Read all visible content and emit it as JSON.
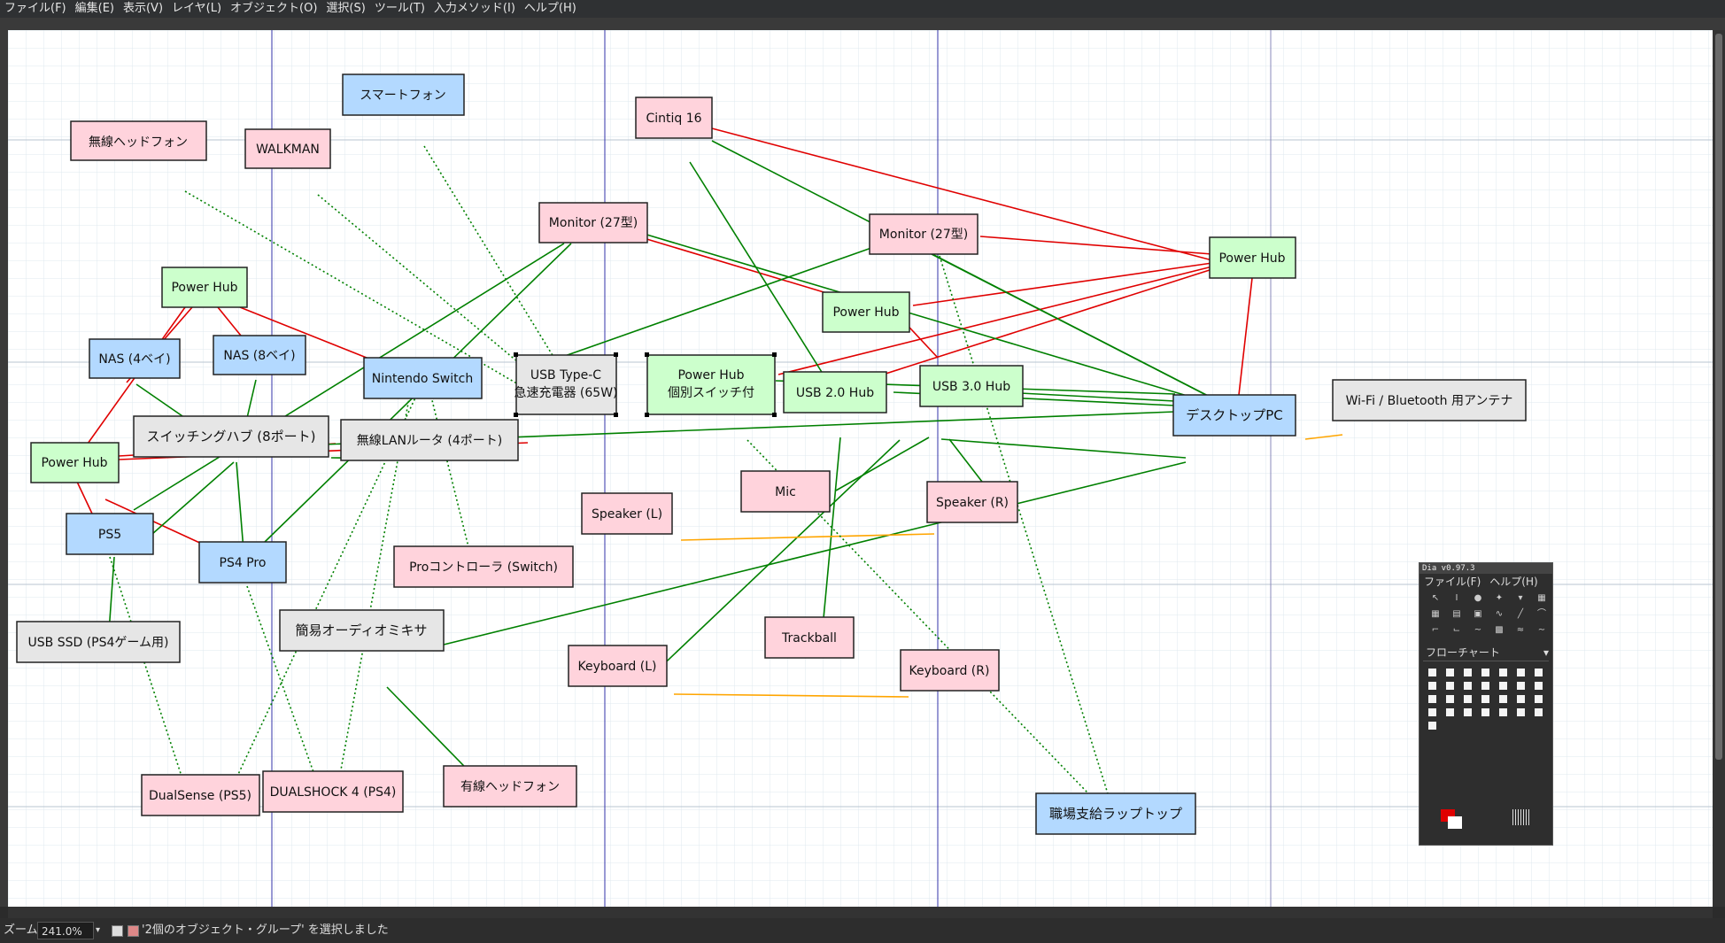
{
  "menu": [
    "ファイル(F)",
    "編集(E)",
    "表示(V)",
    "レイヤ(L)",
    "オブジェクト(O)",
    "選択(S)",
    "ツール(T)",
    "入力メソッド(I)",
    "ヘルプ(H)"
  ],
  "colors": {
    "pink": "#ffd3dc",
    "green": "#ccffcc",
    "blue": "#b3d9ff",
    "gray": "#e6e6e6",
    "red": "#e00000",
    "darkgreen": "#008000",
    "orange": "#ffa500",
    "guide": "#3333aa"
  },
  "nodes": {
    "wireless_headphones": "無線ヘッドフォン",
    "walkman": "WALKMAN",
    "smartphone": "スマートフォン",
    "cintiq": "Cintiq 16",
    "monitor_a": "Monitor (27型)",
    "monitor_b": "Monitor (27型)",
    "power_hub_right": "Power Hub",
    "power_hub_mid": "Power Hub",
    "power_hub_left_top": "Power Hub",
    "power_hub_left": "Power Hub",
    "nas4": "NAS (4ベイ)",
    "nas8": "NAS (8ベイ)",
    "nintendo_switch": "Nintendo Switch",
    "usb_charger_l1": "USB Type-C",
    "usb_charger_l2": "急速充電器 (65W)",
    "power_hub_sw_l1": "Power Hub",
    "power_hub_sw_l2": "個別スイッチ付",
    "usb2_hub": "USB 2.0 Hub",
    "usb3_hub": "USB 3.0 Hub",
    "desktop_pc": "デスクトップPC",
    "antenna": "Wi-Fi / Bluetooth 用アンテナ",
    "switching_hub": "スイッチングハブ (8ポート)",
    "wireless_router": "無線LANルータ (4ポート)",
    "ps5": "PS5",
    "ps4pro": "PS4 Pro",
    "mic": "Mic",
    "speaker_l": "Speaker (L)",
    "speaker_r": "Speaker (R)",
    "pro_controller": "Proコントローラ (Switch)",
    "usb_ssd": "USB SSD (PS4ゲーム用)",
    "mixer": "簡易オーディオミキサ",
    "trackball": "Trackball",
    "keyboard_l": "Keyboard (L)",
    "keyboard_r": "Keyboard (R)",
    "dualsense": "DualSense (PS5)",
    "dualshock": "DUALSHOCK 4 (PS4)",
    "wired_headphones": "有線ヘッドフォン",
    "work_laptop": "職場支給ラップトップ"
  },
  "toolbox": {
    "title": "Dia v0.97.3",
    "menu_file": "ファイル(F)",
    "menu_help": "ヘルプ(H)",
    "sheet": "フローチャート"
  },
  "status": {
    "zoom_label": "ズーム",
    "zoom_value": "241.0%",
    "message": "'2個のオブジェクト・グループ' を選択しました"
  }
}
